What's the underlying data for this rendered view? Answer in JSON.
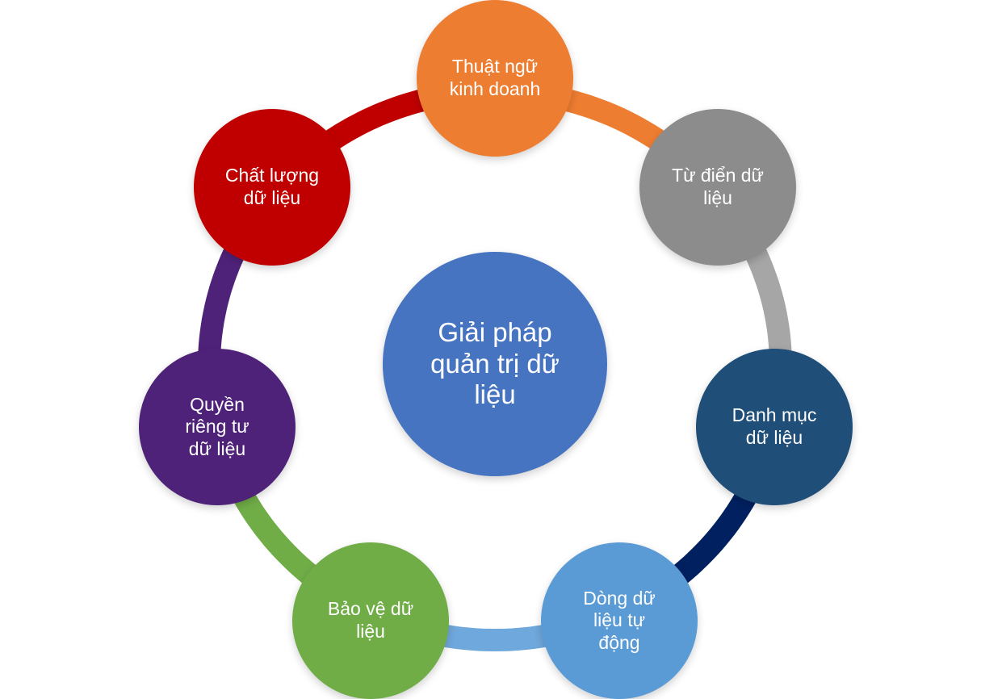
{
  "center": {
    "label": "Giải pháp\nquản trị dữ\nliệu",
    "color": "#4674c1"
  },
  "nodes": [
    {
      "id": "thuat-ngu",
      "label": "Thuật ngữ\nkinh doanh",
      "color": "#ed7d31",
      "arc_color": "#ed7d31"
    },
    {
      "id": "tu-dien",
      "label": "Từ điển dữ\nliệu",
      "color": "#8c8c8c",
      "arc_color": "#a6a6a6"
    },
    {
      "id": "danh-muc",
      "label": "Danh mục\ndữ liệu",
      "color": "#1f4e79",
      "arc_color": "#002060"
    },
    {
      "id": "dong-du-lieu",
      "label": "Dòng dữ\nliệu tự\nđộng",
      "color": "#5b9bd5",
      "arc_color": "#6fa8dc"
    },
    {
      "id": "bao-ve",
      "label": "Bảo vệ dữ\nliệu",
      "color": "#70ad47",
      "arc_color": "#70ad47"
    },
    {
      "id": "quyen-rieng-tu",
      "label": "Quyền\nriêng tư\ndữ liệu",
      "color": "#4f2279",
      "arc_color": "#4f2279"
    },
    {
      "id": "chat-luong",
      "label": "Chất lượng\ndữ liệu",
      "color": "#c00000",
      "arc_color": "#c00000"
    }
  ]
}
